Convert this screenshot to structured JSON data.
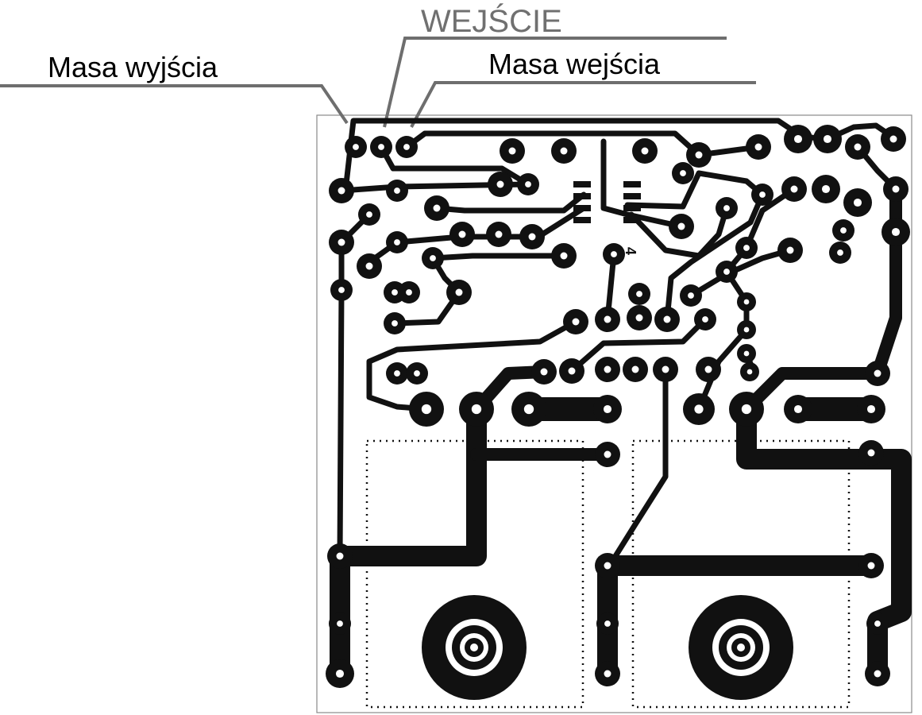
{
  "labels": {
    "input": "WEJŚCIE",
    "output_ground": "Masa wyjścia",
    "input_ground": "Masa wejścia"
  },
  "component_marks": {
    "ic_pin_marker": "4"
  },
  "colors": {
    "copper": "#111111",
    "leader": "#6e6e6e",
    "board_outline": "#8a8a8a",
    "background": "#ffffff",
    "input_label": "#707070",
    "ground_labels": "#000000"
  }
}
